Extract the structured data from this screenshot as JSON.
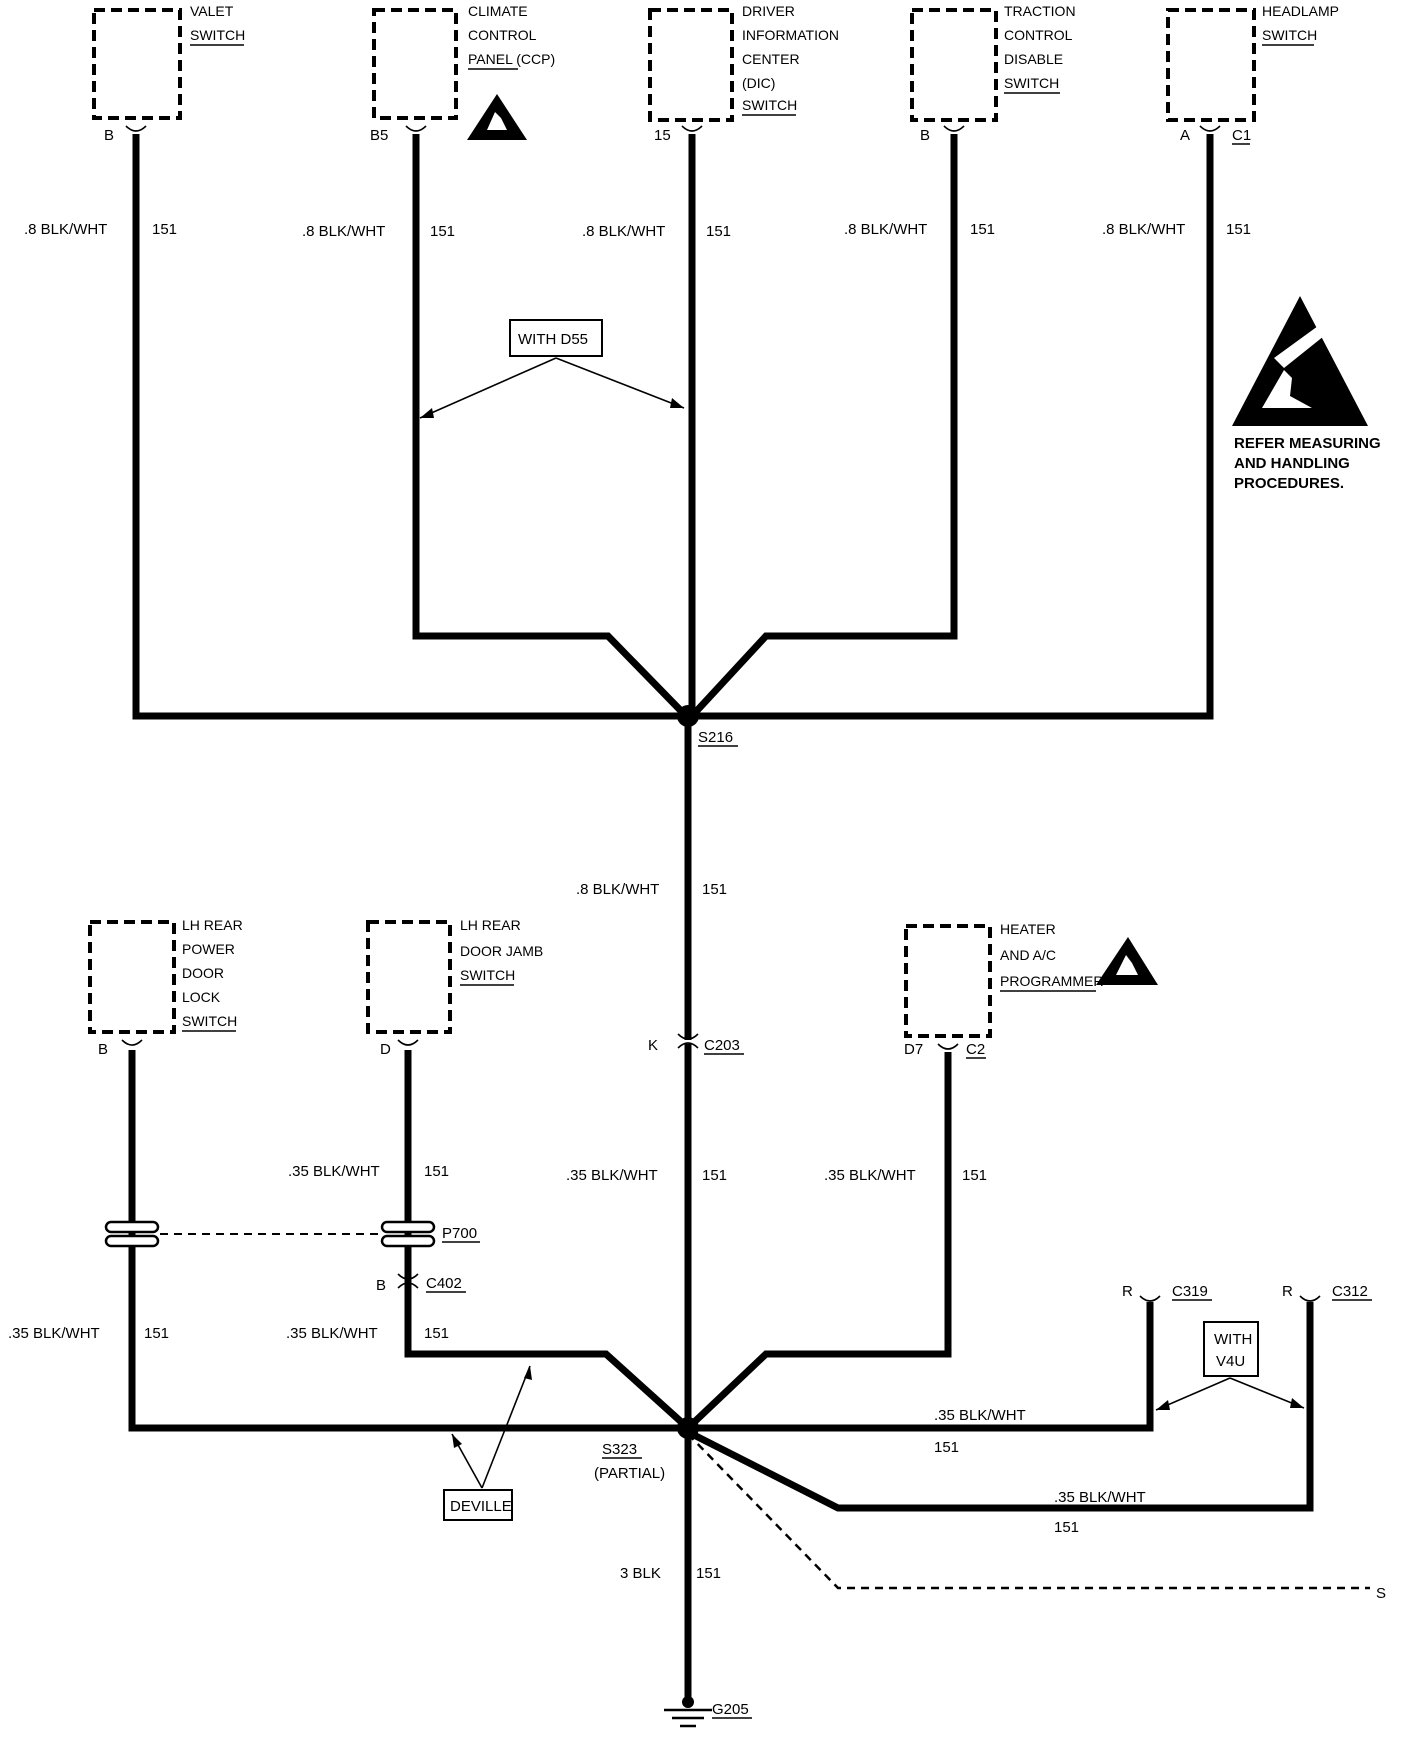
{
  "components": {
    "valet": [
      "VALET",
      "SWITCH"
    ],
    "ccp": [
      "CLIMATE",
      "CONTROL",
      "PANEL (CCP)"
    ],
    "dic": [
      "DRIVER",
      "INFORMATION",
      "CENTER",
      "(DIC)",
      "SWITCH"
    ],
    "tcs": [
      "TRACTION",
      "CONTROL",
      "DISABLE",
      "SWITCH"
    ],
    "headlamp": [
      "HEADLAMP",
      "SWITCH"
    ],
    "lh_rear_lock": [
      "LH REAR",
      "POWER",
      "DOOR",
      "LOCK",
      "SWITCH"
    ],
    "lh_rear_jamb": [
      "LH REAR",
      "DOOR JAMB",
      "SWITCH"
    ],
    "heater_prog": [
      "HEATER",
      "AND A/C",
      "PROGRAMMER"
    ]
  },
  "pins": {
    "valet": "B",
    "ccp": "B5",
    "dic": "15",
    "tcs": "B",
    "headlamp": "A",
    "headlamp_conn": "C1",
    "lh_rear_lock": "B",
    "lh_rear_jamb": "D",
    "heater_prog": "D7",
    "heater_prog_conn": "C2"
  },
  "wires": {
    "w08": ".8 BLK/WHT",
    "w035": ".35 BLK/WHT",
    "w3": "3 BLK",
    "circuit": "151"
  },
  "splices": {
    "s216": "S216",
    "s323": "S323",
    "s323_note": "(PARTIAL)"
  },
  "connectors": {
    "c203": "C203",
    "c203_pin": "K",
    "c402": "C402",
    "c402_pin": "B",
    "p700": "P700",
    "c319": "C319",
    "c319_pin": "R",
    "c312": "C312",
    "c312_pin": "R"
  },
  "ground": "G205",
  "options": {
    "d55": "WITH D55",
    "v4u_line1": "WITH",
    "v4u_line2": "V4U",
    "deville": "DEVILLE"
  },
  "esd_note": [
    "REFER MEASURING",
    "AND HANDLING",
    "PROCEDURES."
  ],
  "continuation_mark": "S"
}
